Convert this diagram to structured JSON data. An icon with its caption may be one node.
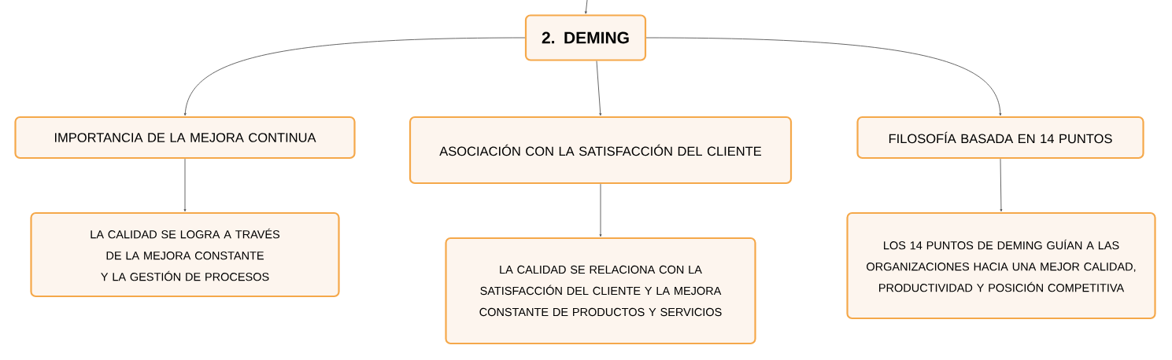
{
  "diagram": {
    "nodes": [
      {
        "text": [
          "2. DEMING"
        ]
      },
      {
        "text": [
          "IMPORTANCIA DE LA MEJORA CONTINUA"
        ]
      },
      {
        "text": [
          "ASOCIACIÓN CON LA SATISFACCIÓN DEL CLIENTE"
        ]
      },
      {
        "text": [
          "FILOSOFÍA BASADA EN 14 PUNTOS"
        ]
      },
      {
        "text": [
          "LA CALIDAD SE LOGRA A TRAVÉS DE LA MEJORA CONSTANTE Y LA GESTIÓN DE PROCESOS"
        ]
      },
      {
        "text": [
          "LA CALIDAD SE RELACIONA CON LA SATISFACCIÓN DEL CLIENTE Y LA MEJORA CONSTANTE DE PRODUCTOS Y SERVICIOS"
        ]
      },
      {
        "text": [
          "LOS 14 PUNTOS DE DEMING GUÍAN A LAS ORGANIZACIONES HACIA UNA MEJOR CALIDAD, PRODUCTIVIDAD Y POSICIÓN COMPETITIVA"
        ]
      }
    ],
    "edges": [
      {
        "from": null,
        "to": 0,
        "arrow": "to"
      },
      {
        "from": 0,
        "to": 1,
        "arrow": "to"
      },
      {
        "from": 0,
        "to": 2,
        "arrow": "to"
      },
      {
        "from": 0,
        "to": 3,
        "arrow": "to"
      },
      {
        "from": 1,
        "to": 4,
        "arrow": "to"
      },
      {
        "from": 2,
        "to": 5,
        "arrow": "to"
      },
      {
        "from": 3,
        "to": 6,
        "arrow": "to"
      }
    ]
  }
}
